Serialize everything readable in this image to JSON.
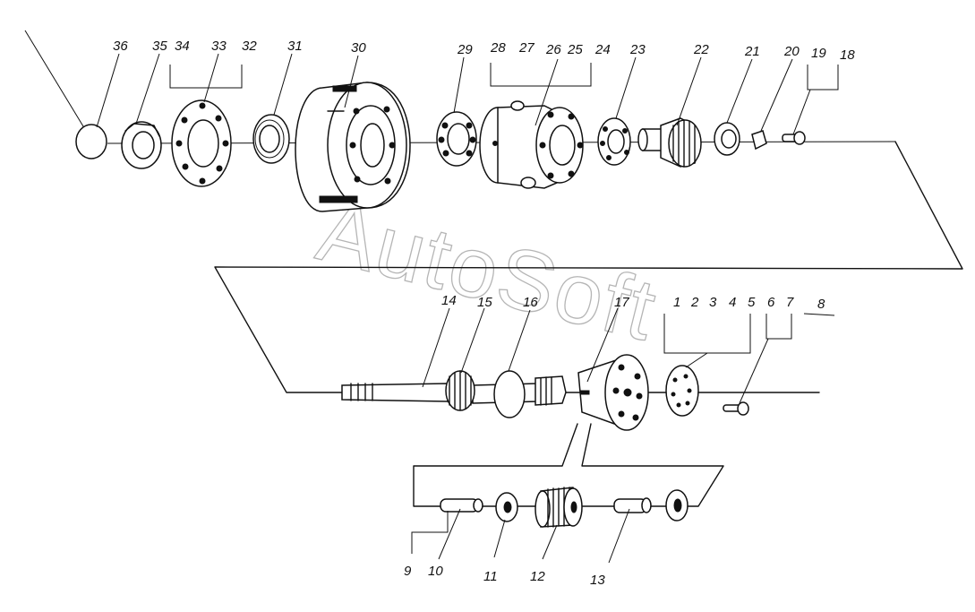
{
  "diagram": {
    "watermark": "AutoSoft",
    "labels": {
      "p1": "1",
      "p2": "2",
      "p3": "3",
      "p4": "4",
      "p5": "5",
      "p6": "6",
      "p7": "7",
      "p8": "8",
      "p9": "9",
      "p10": "10",
      "p11": "11",
      "p12": "12",
      "p13": "13",
      "p14": "14",
      "p15": "15",
      "p16": "16",
      "p17": "17",
      "p18": "18",
      "p19": "19",
      "p20": "20",
      "p21": "21",
      "p22": "22",
      "p23": "23",
      "p24": "24",
      "p25": "25",
      "p26": "26",
      "p27": "27",
      "p28": "28",
      "p29": "29",
      "p30": "30",
      "p31": "31",
      "p32": "32",
      "p33": "33",
      "p34": "34",
      "p35": "35",
      "p36": "36"
    }
  }
}
